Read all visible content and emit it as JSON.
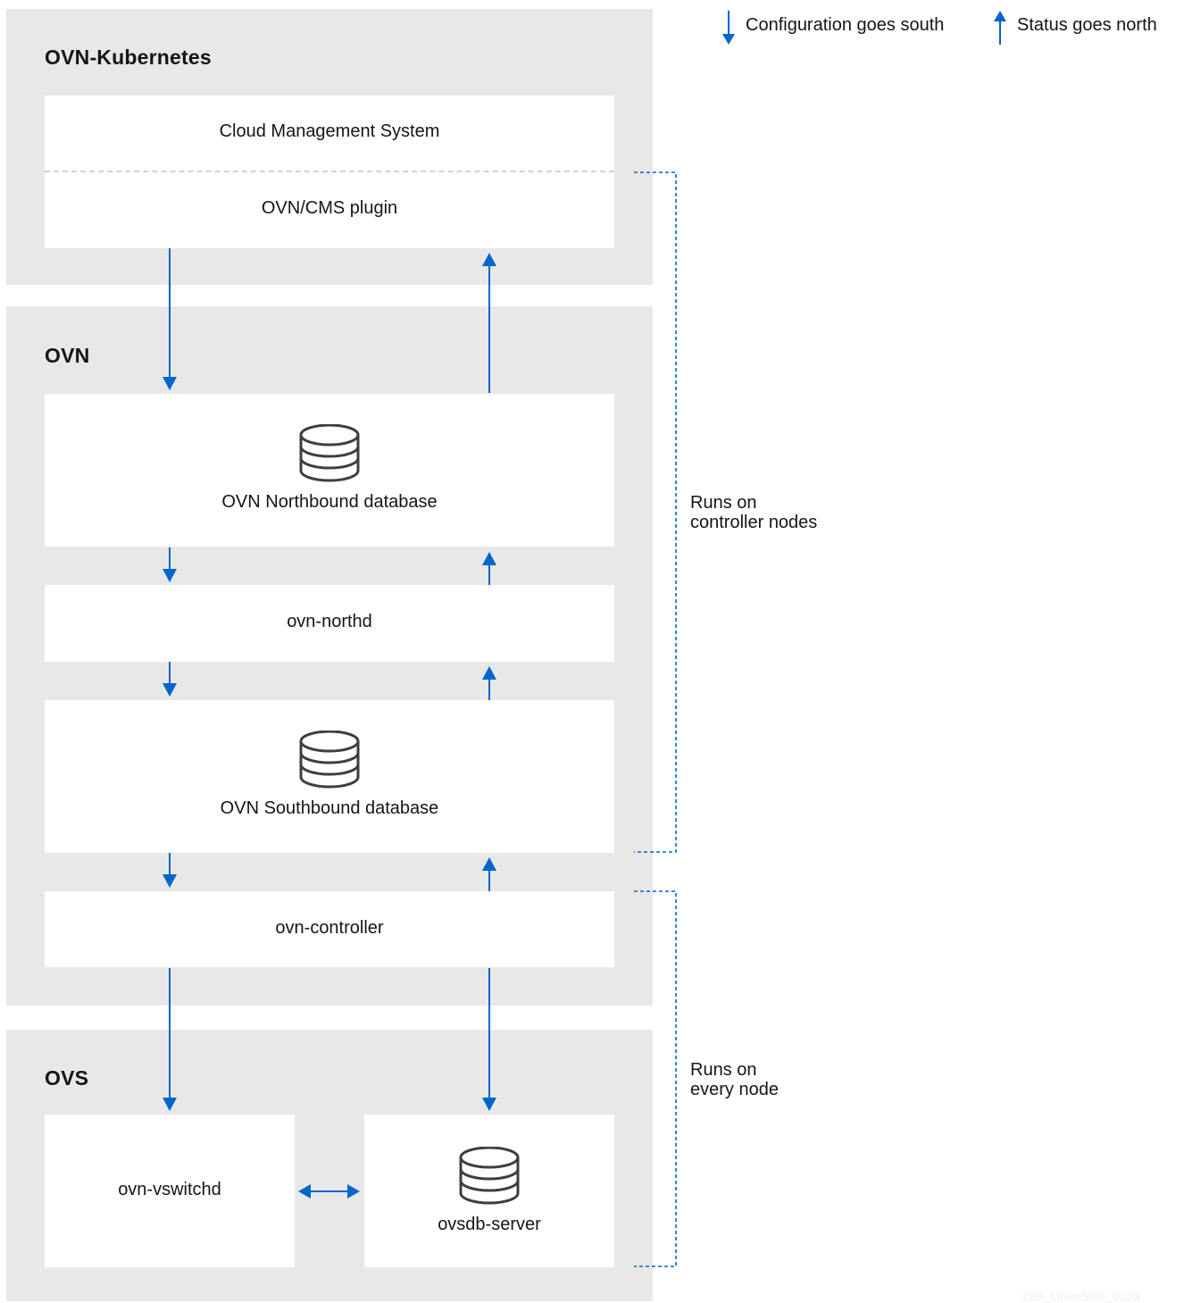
{
  "legend": {
    "south": "Configuration goes south",
    "north": "Status goes north"
  },
  "groups": {
    "k8s": "OVN-Kubernetes",
    "ovn": "OVN",
    "ovs": "OVS"
  },
  "boxes": {
    "cms": "Cloud Management System",
    "plugin": "OVN/CMS plugin",
    "nbdb": "OVN Northbound database",
    "northd": "ovn-northd",
    "sbdb": "OVN Southbound database",
    "controller": "ovn-controller",
    "vswitchd": "ovn-vswitchd",
    "ovsdb": "ovsdb-server"
  },
  "brackets": {
    "controller_line1": "Runs on",
    "controller_line2": "controller nodes",
    "every_line1": "Runs on",
    "every_line2": "every node"
  },
  "watermark": "289_OpenShift_0223",
  "icons": [
    "arrow-down-icon",
    "arrow-up-icon",
    "database-icon",
    "double-arrow-icon"
  ],
  "colors": {
    "arrow": "#0066cc",
    "group_bg": "#e8e8e8",
    "box_bg": "#ffffff",
    "bracket": "#0066cc",
    "icon_stroke": "#3c3f42"
  }
}
